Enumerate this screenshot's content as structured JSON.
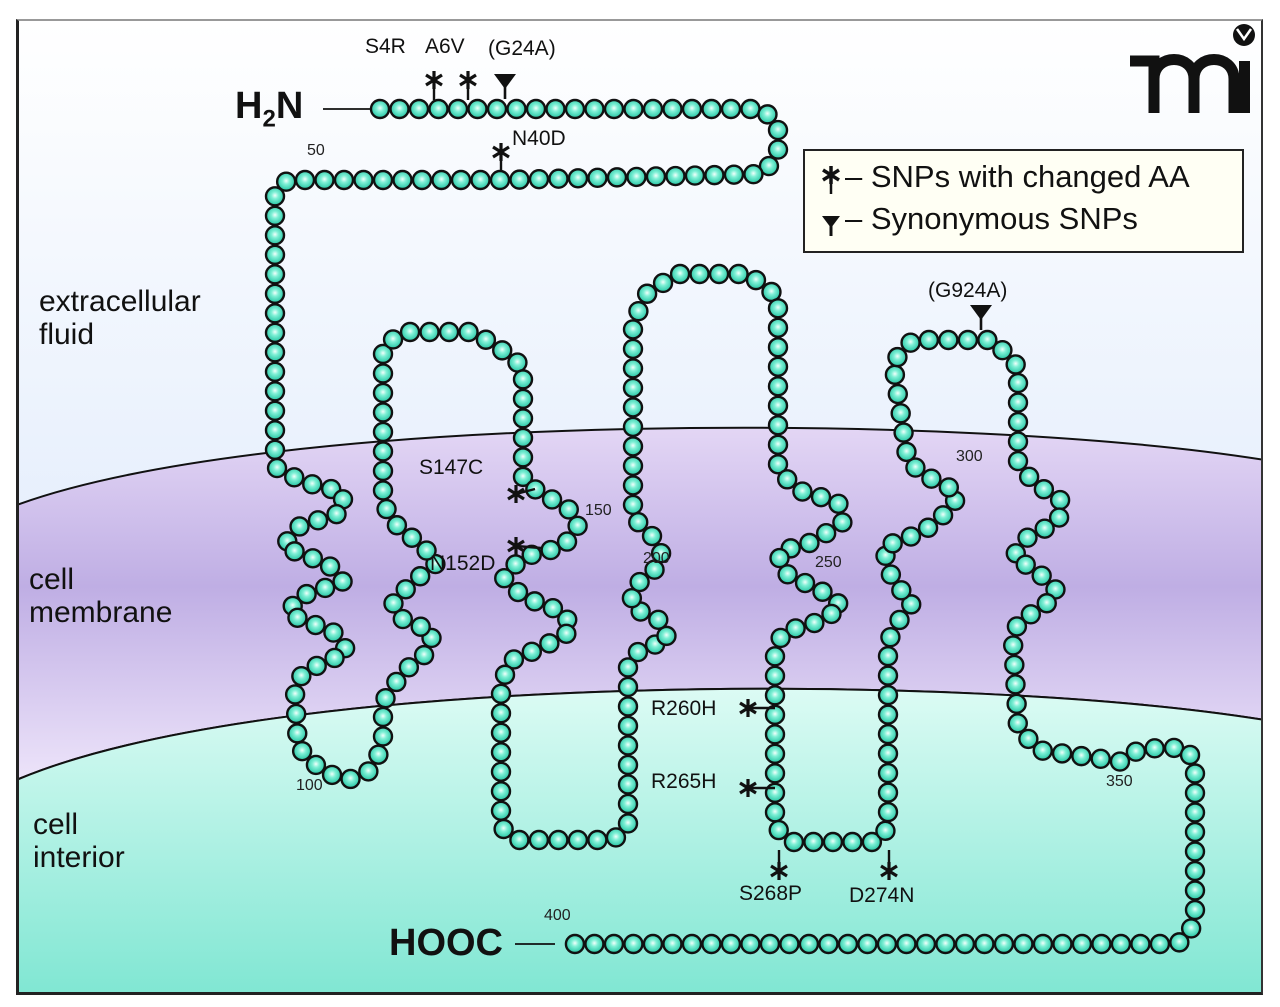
{
  "title": "Transmembrane protein topology with SNP locations",
  "logo": {
    "text": "mi",
    "icon": "mi-logo-icon"
  },
  "regions": {
    "extracellular": [
      "extracellular",
      "fluid"
    ],
    "membrane": [
      "cell",
      "membrane"
    ],
    "interior": [
      "cell",
      "interior"
    ]
  },
  "colors": {
    "bead": "#3fd9b8",
    "bead_highlight": "#e6fff8",
    "extracellular": "#d4e4fb",
    "membrane": "#c3b2e6",
    "interior": "#8ee8d6",
    "outline": "#111111"
  },
  "termini": {
    "n": "H",
    "n_sub": "2",
    "n_end": "N",
    "c": "HOOC"
  },
  "residue_numbers": [
    "50",
    "100",
    "150",
    "200",
    "250",
    "300",
    "350",
    "400"
  ],
  "snps": {
    "changed_aa": [
      "S4R",
      "A6V",
      "N40D",
      "S147C",
      "N152D",
      "R260H",
      "R265H",
      "S268P",
      "D274N"
    ],
    "synonymous": [
      "(G24A)",
      "(G924A)"
    ]
  },
  "legend": {
    "changed_aa_label": "– SNPs with changed AA",
    "synonymous_label": "– Synonymous SNPs",
    "changed_aa_icon": "asterisk-pin-icon",
    "synonymous_icon": "triangle-pin-icon"
  }
}
